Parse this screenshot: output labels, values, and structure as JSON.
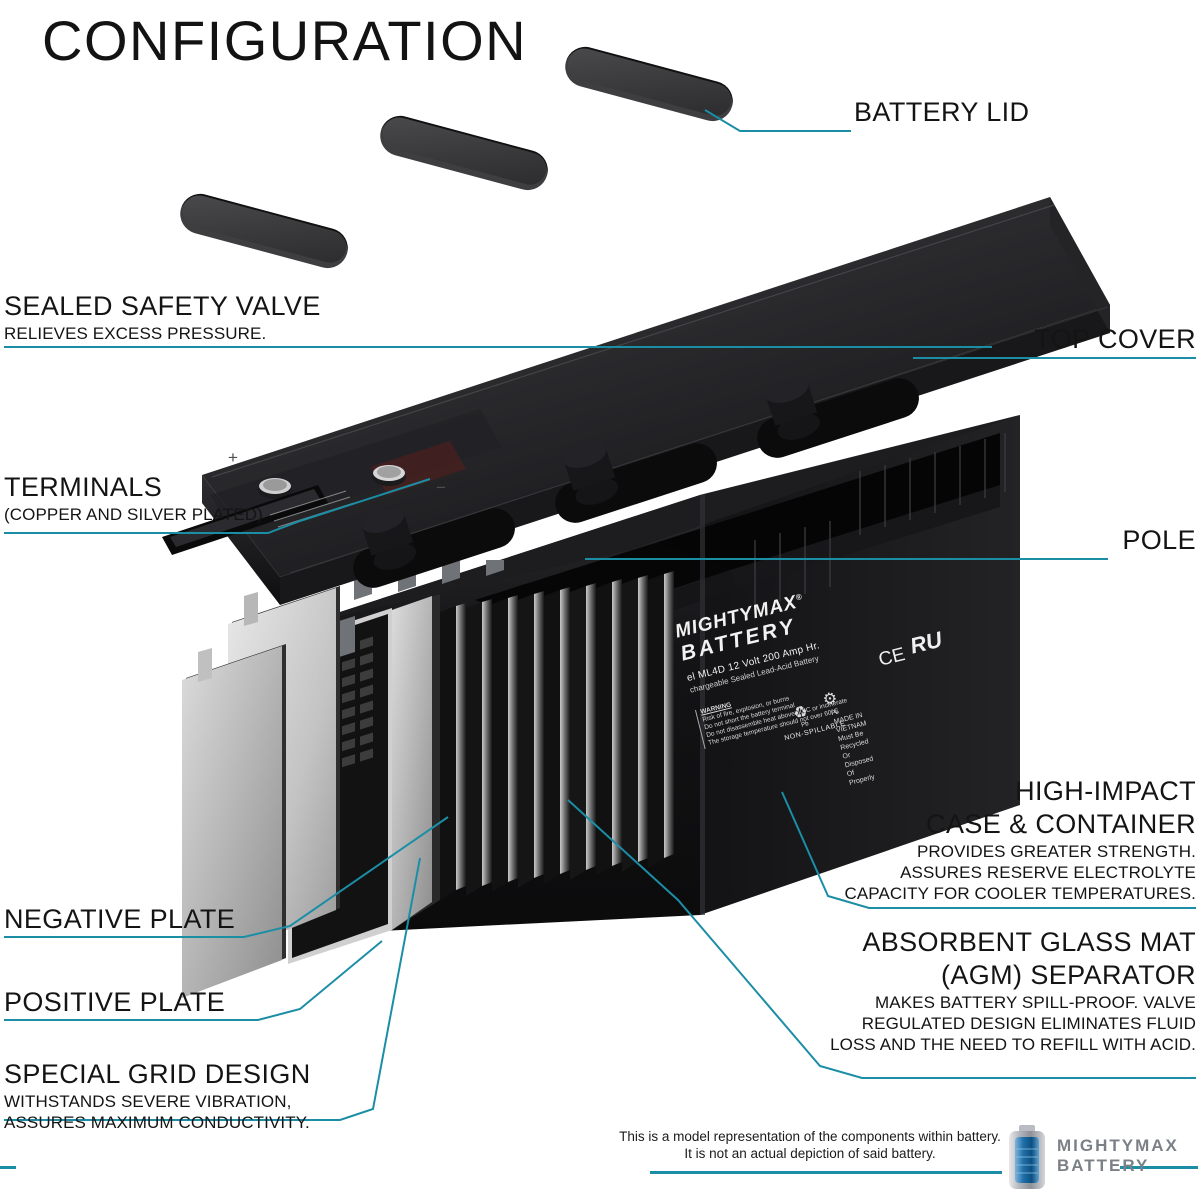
{
  "title": "CONFIGURATION",
  "accent_color": "#1b8ea6",
  "labels": {
    "battery_lid": {
      "heading": "BATTERY LID",
      "sub": ""
    },
    "top_cover": {
      "heading": "TOP COVER",
      "sub": ""
    },
    "pole": {
      "heading": "POLE",
      "sub": ""
    },
    "sealed_valve": {
      "heading": "SEALED SAFETY VALVE",
      "sub": "RELIEVES EXCESS PRESSURE."
    },
    "terminals": {
      "heading": "TERMINALS",
      "sub": "(COPPER AND SILVER PLATED)"
    },
    "negative_plate": {
      "heading": "NEGATIVE PLATE",
      "sub": ""
    },
    "positive_plate": {
      "heading": "POSITIVE PLATE",
      "sub": ""
    },
    "special_grid": {
      "heading": "SPECIAL GRID DESIGN",
      "sub_line1": "WITHSTANDS SEVERE VIBRATION,",
      "sub_line2": "ASSURES MAXIMUM CONDUCTIVITY."
    },
    "high_impact": {
      "heading_line1": "HIGH-IMPACT",
      "heading_line2": "CASE & CONTAINER",
      "sub_line1": "PROVIDES GREATER STRENGTH.",
      "sub_line2": "ASSURES RESERVE ELECTROLYTE",
      "sub_line3": "CAPACITY FOR COOLER TEMPERATURES."
    },
    "agm_separator": {
      "heading_line1": "ABSORBENT GLASS MAT",
      "heading_line2": "(AGM) SEPARATOR",
      "sub_line1": "MAKES BATTERY SPILL-PROOF. VALVE",
      "sub_line2": "REGULATED DESIGN ELIMINATES FLUID",
      "sub_line3": "LOSS AND THE NEED TO REFILL WITH ACID."
    }
  },
  "battery_label": {
    "brand_line1": "MIGHTYMAX",
    "brand_reg": "®",
    "brand_line2": "BATTERY",
    "model": "el ML4D   12 Volt 200 Amp Hr.",
    "chemistry": "chargeable Sealed Lead-Acid Battery",
    "warning_title": "WARNING",
    "warning_lines": [
      "Risk of fire, explosion, or burns",
      "Do not short the battery terminal",
      "Do not disassemble heat above 60°C or incinerate",
      "The storage temperature should not over 60°C"
    ],
    "non_spillable": "NON-SPILLABLE",
    "origin_line1": "MADE IN VIETNAM",
    "origin_line2": "Must Be Recycled",
    "origin_line3": "Or Disposed Of Properly",
    "certs": [
      "CE",
      "RU",
      "Pb"
    ]
  },
  "footer": {
    "disclaimer_line1": "This is a model representation of the components within battery.",
    "disclaimer_line2": "It is not an actual depiction of said battery.",
    "logo_line1": "MIGHTYMAX",
    "logo_line2": "BATTERY"
  }
}
